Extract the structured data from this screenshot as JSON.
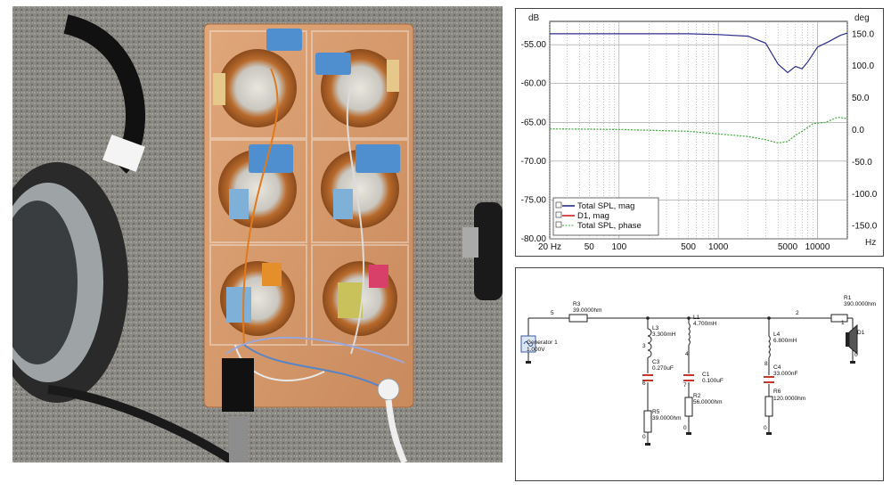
{
  "graph": {
    "y_unit_left": "dB",
    "y_unit_right": "deg",
    "x_unit": "Hz",
    "left_ticks": [
      "-55.00",
      "-60.00",
      "-65.00",
      "-70.00",
      "-75.00",
      "-80.00"
    ],
    "right_ticks": [
      "150.0",
      "100.0",
      "50.0",
      "0.0",
      "-50.0",
      "-100.0",
      "-150.0"
    ],
    "x_ticks": [
      "20 Hz",
      "50",
      "100",
      "500",
      "1000",
      "5000",
      "10000"
    ]
  },
  "chart_data": {
    "type": "line",
    "xscale": "log",
    "xlim": [
      20,
      20000
    ],
    "ylim_left": [
      -80,
      -52
    ],
    "ylim_right": [
      -170,
      170
    ],
    "legend": "bottom-left",
    "grid": true,
    "series": [
      {
        "name": "Total SPL, mag",
        "color": "#2b2d8c",
        "axis": "left",
        "x": [
          20,
          100,
          500,
          1000,
          2000,
          3000,
          4000,
          5000,
          6000,
          7000,
          8000,
          10000,
          13000,
          17000,
          20000
        ],
        "y": [
          -53.6,
          -53.6,
          -53.6,
          -53.7,
          -53.9,
          -54.8,
          -57.5,
          -58.6,
          -57.8,
          -58.1,
          -57.2,
          -55.3,
          -54.6,
          -53.8,
          -53.5
        ]
      },
      {
        "name": "D1, mag",
        "color": "#cc2222",
        "axis": "left",
        "x": [],
        "y": []
      },
      {
        "name": "Total SPL, phase",
        "color": "#44aa44",
        "axis": "right",
        "x": [
          20,
          100,
          500,
          1000,
          2000,
          3000,
          4000,
          5000,
          6000,
          7000,
          9000,
          12000,
          16000,
          20000
        ],
        "y": [
          2,
          1,
          -2,
          -6,
          -10,
          -15,
          -20,
          -18,
          -8,
          -2,
          10,
          12,
          20,
          18
        ]
      }
    ]
  },
  "schematic": {
    "generator": "Generator 1",
    "generator_value": "1.000V",
    "d1": "D1",
    "parts": [
      {
        "ref": "R3",
        "value": "39.0000hm"
      },
      {
        "ref": "L3",
        "value": "3.300mH"
      },
      {
        "ref": "C3",
        "value": "0.270uF"
      },
      {
        "ref": "R5",
        "value": "39.0000hm"
      },
      {
        "ref": "L1",
        "value": "4.700mH"
      },
      {
        "ref": "C1",
        "value": "0.100uF"
      },
      {
        "ref": "R2",
        "value": "56.0000hm"
      },
      {
        "ref": "L4",
        "value": "6.800mH"
      },
      {
        "ref": "C4",
        "value": "33.000nF"
      },
      {
        "ref": "R6",
        "value": "120.0000hm"
      },
      {
        "ref": "R1",
        "value": "390.0000hm"
      }
    ],
    "nodes": [
      "5",
      "3",
      "4",
      "1",
      "2",
      "6",
      "7",
      "8",
      "0",
      "0",
      "0",
      "0"
    ]
  }
}
